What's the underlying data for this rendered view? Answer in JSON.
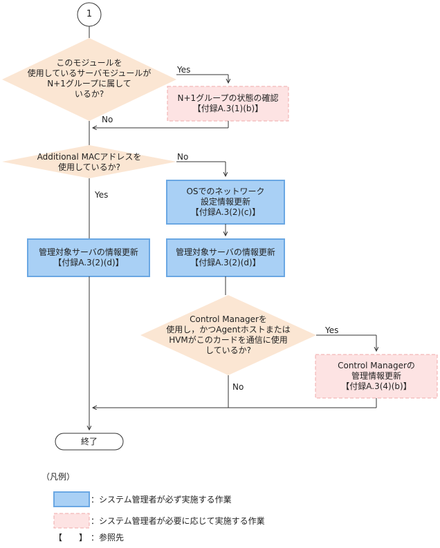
{
  "connector": "1",
  "colors": {
    "decision_fill": "#fbe6d3",
    "required_fill": "#a9d0f5",
    "required_stroke": "#6aa7e3",
    "optional_fill": "#fde3e3",
    "optional_stroke": "#f0a8a8",
    "line": "#333333"
  },
  "decisions": {
    "d1": [
      "このモジュールを",
      "使用しているサーバモジュールが",
      "N+1グループに属して",
      "いるか?"
    ],
    "d2": [
      "Additional MACアドレスを",
      "使用しているか?"
    ],
    "d3": [
      "Control Managerを",
      "使用し，かつAgentホストまたは",
      "HVMがこのカードを通信に使用",
      "しているか?"
    ]
  },
  "boxes": {
    "n1": [
      "N+1グループの状態の確認",
      "【付録A.3(1)(b)】"
    ],
    "os": [
      "OSでのネットワーク",
      "設定情報更新",
      "【付録A.3(2)(c)】"
    ],
    "mgmt_left": [
      "管理対象サーバの情報更新",
      "【付録A.3(2)(d)】"
    ],
    "mgmt_right": [
      "管理対象サーバの情報更新",
      "【付録A.3(2)(d)】"
    ],
    "cm": [
      "Control Managerの",
      "管理情報更新",
      "【付録A.3(4)(b)】"
    ]
  },
  "branch_labels": {
    "yes": "Yes",
    "no": "No"
  },
  "end_label": "終了",
  "legend": {
    "heading": "（凡例）",
    "required": "：システム管理者が必ず実施する作業",
    "optional": "：システム管理者が必要に応じて実施する作業",
    "ref_bracket": "【　　】",
    "ref": "：参照先"
  }
}
